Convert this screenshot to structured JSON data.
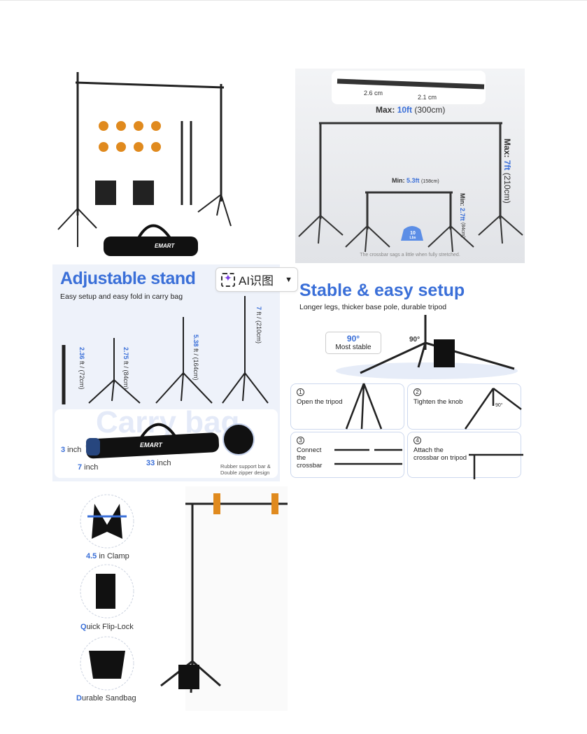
{
  "overlay": {
    "ai_button_label": "AI识图",
    "ai_icon": "sparkle-scan-icon",
    "chevron_icon": "chevron-down-icon"
  },
  "panel1": {
    "brand": "EMART"
  },
  "panel2": {
    "tube_a": "2.6 cm",
    "tube_b": "2.1 cm",
    "max_w_label": "Max:",
    "max_w_value": "10ft",
    "max_w_cm": "(300cm)",
    "max_h_label": "Max:",
    "max_h_value": "7ft",
    "max_h_cm": "(210cm)",
    "min_w_label": "Min:",
    "min_w_value": "5.3ft",
    "min_w_cm": "(158cm)",
    "min_h_label": "Min:",
    "min_h_value": "2.7ft",
    "min_h_cm": "(84cm)",
    "weight": "10",
    "weight_unit": "Lbs",
    "note": "The crossbar sags a little when fully stretched."
  },
  "panel3": {
    "title": "Adjustable stand",
    "subtitle": "Easy setup and easy fold in carry bag",
    "heights": [
      {
        "value": "2.36",
        "rest": " ft / (72cm)"
      },
      {
        "value": "2.75",
        "rest": " ft / (84cm)"
      },
      {
        "value": "5.38",
        "rest": " ft / (164cm)"
      },
      {
        "value": "7",
        "rest": " ft / (210cm)"
      }
    ],
    "bag_h": "3",
    "bag_d": "7",
    "bag_l": "33",
    "unit": " inch",
    "brand": "EMART",
    "bag_watermark": "Carry bag",
    "bag_note": "Rubber support bar & Double zipper design"
  },
  "panel4": {
    "title": "Stable & easy setup",
    "subtitle": "Longer legs, thicker base pole, durable tripod",
    "angle": "90°",
    "stable_value": "90°",
    "stable_label": "Most stable",
    "steps": [
      {
        "n": "1",
        "text": "Open the tripod"
      },
      {
        "n": "2",
        "text": "Tighten the knob"
      },
      {
        "n": "3",
        "text": "Connect the crossbar"
      },
      {
        "n": "4",
        "text": "Attach the crossbar on tripod"
      }
    ],
    "step2_angle": "90°"
  },
  "panel5": {
    "features": [
      {
        "lead": "4.5",
        "rest": " in Clamp"
      },
      {
        "lead": "Q",
        "rest": "uick Flip-Lock"
      },
      {
        "lead": "D",
        "rest": "urable Sandbag"
      }
    ]
  }
}
